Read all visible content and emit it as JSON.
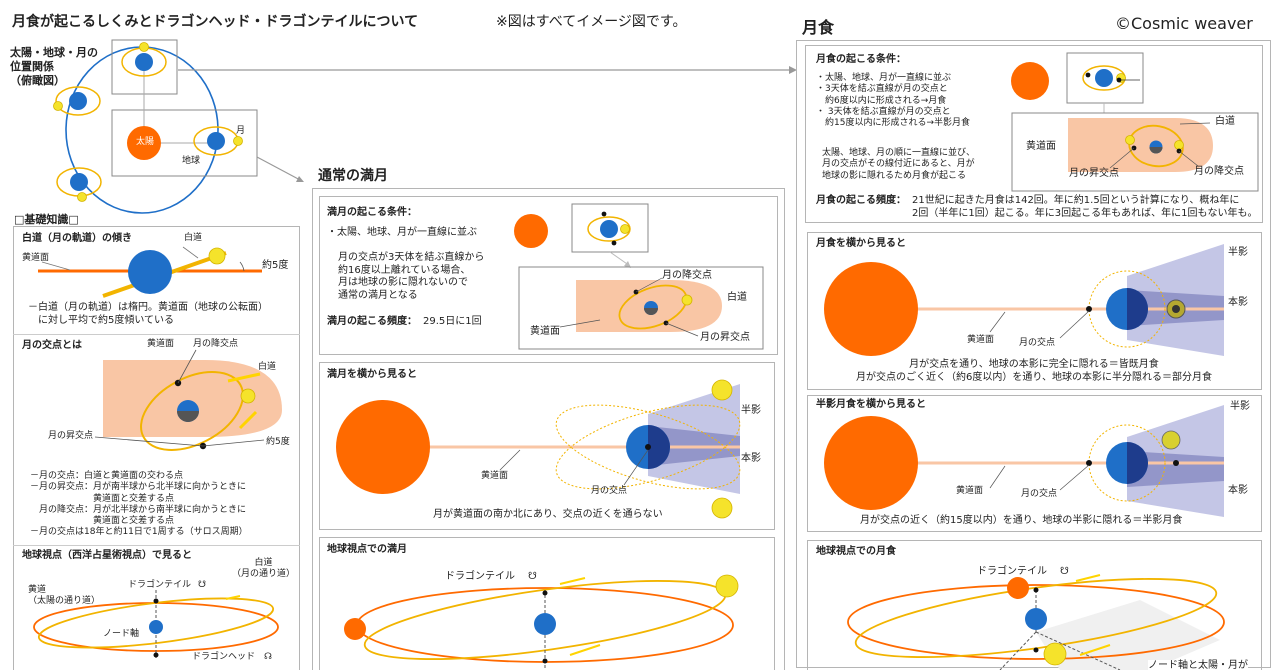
{
  "header": {
    "title": "月食が起こるしくみとドラゴンヘッド・ドラゴンテイルについて",
    "note": "※図はすべてイメージ図です。",
    "copyright": "©Cosmic weaver"
  },
  "left": {
    "position_label": "太陽・地球・月の\n位置関係\n（俯瞰図）",
    "sun_label": "太陽",
    "moon_label": "月",
    "earth_label": "地球",
    "basics_heading": "□基礎知識□",
    "tilt": {
      "heading": "白道（月の軌道）の傾き",
      "moon_orbit_label": "白道",
      "ecliptic_label": "黄道面",
      "angle_label": "約5度",
      "desc": "－白道（月の軌道）は楕円。黄道面（地球の公転面）\n　に対し平均で約5度傾いている"
    },
    "nodes": {
      "heading": "月の交点とは",
      "ecliptic_label": "黄道面",
      "descending": "月の降交点",
      "moon_orbit_label": "白道",
      "ascending": "月の昇交点",
      "angle_label": "約5度",
      "desc": "－月の交点：白道と黄道面の交わる点\n－月の昇交点：月が南半球から北半球に向かうときに\n　　　　　　　黄道面と交差する点\n　月の降交点：月が北半球から南半球に向かうときに\n　　　　　　　黄道面と交差する点\n－月の交点は18年と約11日で1周する（サロス周期）"
    },
    "earth_view": {
      "heading": "地球視点（西洋占星術視点）で見ると",
      "moon_path": "白道\n（月の通り道）",
      "ecliptic": "黄道\n（太陽の通り道）",
      "dragon_tail": "ドラゴンテイル",
      "node_axis": "ノード軸",
      "dragon_head": "ドラゴンヘッド",
      "tail_symbol": "☋",
      "head_symbol": "☊"
    }
  },
  "middle": {
    "heading": "通常の満月",
    "conditions": {
      "heading": "満月の起こる条件：",
      "bullet1": "・太陽、地球、月が一直線に並ぶ",
      "body": "月の交点が3天体を結ぶ直線から\n約16度以上離れている場合、\n月は地球の影に隠れないので\n通常の満月となる",
      "freq_label": "満月の起こる頻度：",
      "freq_value": "29.5日に1回",
      "descending": "月の降交点",
      "moon_orbit_label": "白道",
      "ecliptic_label": "黄道面",
      "ascending": "月の昇交点"
    },
    "side": {
      "heading": "満月を横から見ると",
      "penumbra": "半影",
      "umbra": "本影",
      "ecliptic_label": "黄道面",
      "node_label": "月の交点",
      "caption": "月が黄道面の南か北にあり、交点の近くを通らない"
    },
    "earth_view": {
      "heading": "地球視点での満月",
      "dragon_tail": "ドラゴンテイル",
      "tail_symbol": "☋"
    }
  },
  "right": {
    "heading": "月食",
    "conditions": {
      "heading": "月食の起こる条件：",
      "lines": "・太陽、地球、月が一直線に並ぶ\n・3天体を結ぶ直線が月の交点と\n　約6度以内に形成される→月食\n・ 3天体を結ぶ直線が月の交点と\n　約15度以内に形成される→半影月食",
      "body": "太陽、地球、月の順に一直線に並び、\n月の交点がその線付近にあると、月が\n地球の影に隠れるため月食が起こる",
      "moon_orbit_label": "白道",
      "ecliptic_label": "黄道面",
      "ascending": "月の昇交点",
      "descending": "月の降交点",
      "freq_label": "月食の起こる頻度：",
      "freq_value": "21世紀に起きた月食は142回。年に約1.5回という計算になり、概ね年に\n2回（半年に1回）起こる。年に3回起こる年もあれば、年に1回もない年も。"
    },
    "side": {
      "heading": "月食を横から見ると",
      "penumbra": "半影",
      "umbra": "本影",
      "ecliptic_label": "黄道面",
      "node_label": "月の交点",
      "caption": "月が交点を通り、地球の本影に完全に隠れる＝皆既月食\n月が交点のごく近く（約6度以内）を通り、地球の本影に半分隠れる＝部分月食"
    },
    "penumbral": {
      "heading": "半影月食を横から見ると",
      "penumbra": "半影",
      "umbra": "本影",
      "ecliptic_label": "黄道面",
      "node_label": "月の交点",
      "caption": "月が交点の近く（約15度以内）を通り、地球の半影に隠れる＝半影月食"
    },
    "earth_view": {
      "heading": "地球視点での月食",
      "dragon_tail": "ドラゴンテイル",
      "tail_symbol": "☋",
      "node_axis_note": "ノード軸と太陽・月が"
    }
  },
  "colors": {
    "sun": "#ff6a00",
    "earth": "#1f6fc8",
    "moon": "#f5e32b",
    "orbit_yellow": "#f2b400",
    "ecliptic_band": "#f9c6a5",
    "shadow": "#9fa4d4",
    "panel_border": "#b5b5b5",
    "orbit_blue": "#1f6fc8",
    "ecliptic_line": "#f0a070"
  }
}
